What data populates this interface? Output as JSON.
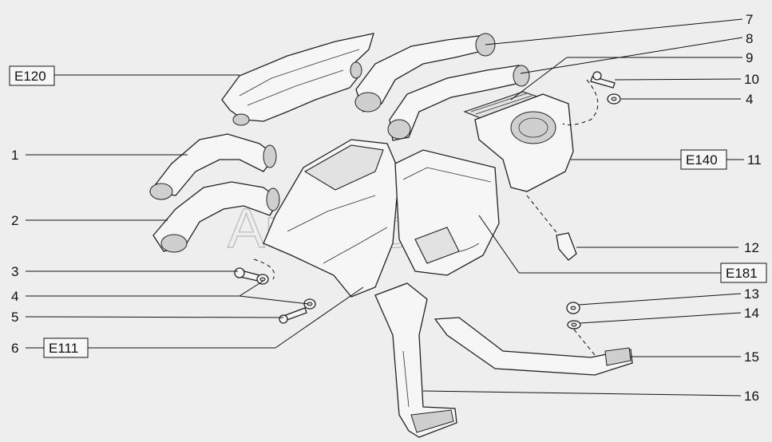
{
  "watermark": "AutoSoft",
  "callouts": [
    {
      "id": "7",
      "text": "7"
    },
    {
      "id": "8",
      "text": "8"
    },
    {
      "id": "9",
      "text": "9"
    },
    {
      "id": "10",
      "text": "10"
    },
    {
      "id": "4r",
      "text": "4"
    },
    {
      "id": "11",
      "text": "11"
    },
    {
      "id": "12",
      "text": "12"
    },
    {
      "id": "13",
      "text": "13"
    },
    {
      "id": "14",
      "text": "14"
    },
    {
      "id": "15",
      "text": "15"
    },
    {
      "id": "16",
      "text": "16"
    },
    {
      "id": "1",
      "text": "1"
    },
    {
      "id": "2",
      "text": "2"
    },
    {
      "id": "3",
      "text": "3"
    },
    {
      "id": "4l",
      "text": "4"
    },
    {
      "id": "5",
      "text": "5"
    },
    {
      "id": "6",
      "text": "6"
    }
  ],
  "boxes": [
    {
      "id": "E120",
      "text": "E120"
    },
    {
      "id": "E140",
      "text": "E140"
    },
    {
      "id": "E181",
      "text": "E181"
    },
    {
      "id": "E111",
      "text": "E111"
    }
  ]
}
